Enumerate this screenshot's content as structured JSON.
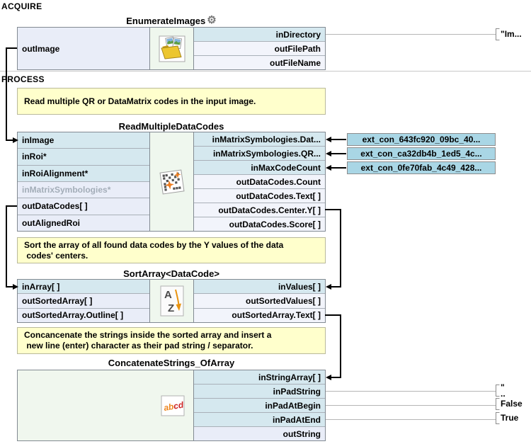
{
  "sections": {
    "acquire": "ACQUIRE",
    "process": "PROCESS"
  },
  "comments": {
    "read_line1": "Read multiple QR or DataMatrix codes in the input image.",
    "sort_line1": "Sort the array of all found data codes by the Y values of the data",
    "sort_line2": " codes' centers.",
    "concat_line1": "Concancenate the strings inside the sorted array and insert a",
    "concat_line2": " new line (enter) character as their pad string / separator."
  },
  "blocks": {
    "enumerate_images": {
      "title": "EnumerateImages",
      "icon": "folder-images-icon",
      "left_ports": [
        {
          "label": "outImage",
          "type": "out"
        }
      ],
      "right_ports": [
        {
          "label": "inDirectory",
          "type": "in"
        },
        {
          "label": "outFilePath",
          "type": "out-light"
        },
        {
          "label": "outFileName",
          "type": "out-light"
        }
      ]
    },
    "read_multiple_data_codes": {
      "title": "ReadMultipleDataCodes",
      "icon": "datamatrix-icon",
      "left_ports": [
        {
          "label": "inImage",
          "type": "in"
        },
        {
          "label": "inRoi*",
          "type": "in"
        },
        {
          "label": "inRoiAlignment*",
          "type": "in"
        },
        {
          "label": "inMatrixSymbologies*",
          "type": "disabled"
        },
        {
          "label": "outDataCodes[ ]",
          "type": "out"
        },
        {
          "label": "outAlignedRoi",
          "type": "out"
        }
      ],
      "right_ports": [
        {
          "label": "inMatrixSymbologies.Dat...",
          "type": "in"
        },
        {
          "label": "inMatrixSymbologies.QR...",
          "type": "in"
        },
        {
          "label": "inMaxCodeCount",
          "type": "in"
        },
        {
          "label": "outDataCodes.Count",
          "type": "out-light"
        },
        {
          "label": "outDataCodes.Text[ ]",
          "type": "out-light"
        },
        {
          "label": "outDataCodes.Center.Y[ ]",
          "type": "out-light"
        },
        {
          "label": "outDataCodes.Score[ ]",
          "type": "out-light"
        }
      ]
    },
    "sort_array": {
      "title": "SortArray<DataCode>",
      "icon": "sort-az-icon",
      "left_ports": [
        {
          "label": "inArray[ ]",
          "type": "in"
        },
        {
          "label": "outSortedArray[ ]",
          "type": "out"
        },
        {
          "label": "outSortedArray.Outline[ ]",
          "type": "out"
        }
      ],
      "right_ports": [
        {
          "label": "inValues[ ]",
          "type": "in"
        },
        {
          "label": "outSortedValues[ ]",
          "type": "out-light"
        },
        {
          "label": "outSortedArray.Text[ ]",
          "type": "out-light"
        }
      ]
    },
    "concatenate_strings": {
      "title": "ConcatenateStrings_OfArray",
      "icon": "abcd-icon",
      "right_ports": [
        {
          "label": "inStringArray[ ]",
          "type": "in"
        },
        {
          "label": "inPadString",
          "type": "in"
        },
        {
          "label": "inPadAtBegin",
          "type": "in"
        },
        {
          "label": "inPadAtEnd",
          "type": "in"
        },
        {
          "label": "outString",
          "type": "out"
        }
      ]
    }
  },
  "ext_connections": [
    {
      "label": "ext_con_643fc920_09bc_40..."
    },
    {
      "label": "ext_con_ca32db4b_1ed5_4c..."
    },
    {
      "label": "ext_con_0fe70fab_4c49_428..."
    }
  ],
  "values": {
    "in_directory": "\"Im...",
    "pad_string_line1": "\"",
    "pad_string_line2": "..",
    "pad_at_begin": "False",
    "pad_at_end": "True"
  },
  "colors": {
    "port_in_bg": "#d5e8ef",
    "port_out_bg": "#e9edf8",
    "port_out_light_bg": "#f2f4fb",
    "disabled_text": "#a3adb8",
    "icon_cell_bg": "#eff7ee",
    "comment_bg": "#ffffcc",
    "ext_connection_bg": "#a9d6e5",
    "connection_line": "#000000",
    "leader_line": "#b6b6b6",
    "block_border": "#828a92"
  }
}
